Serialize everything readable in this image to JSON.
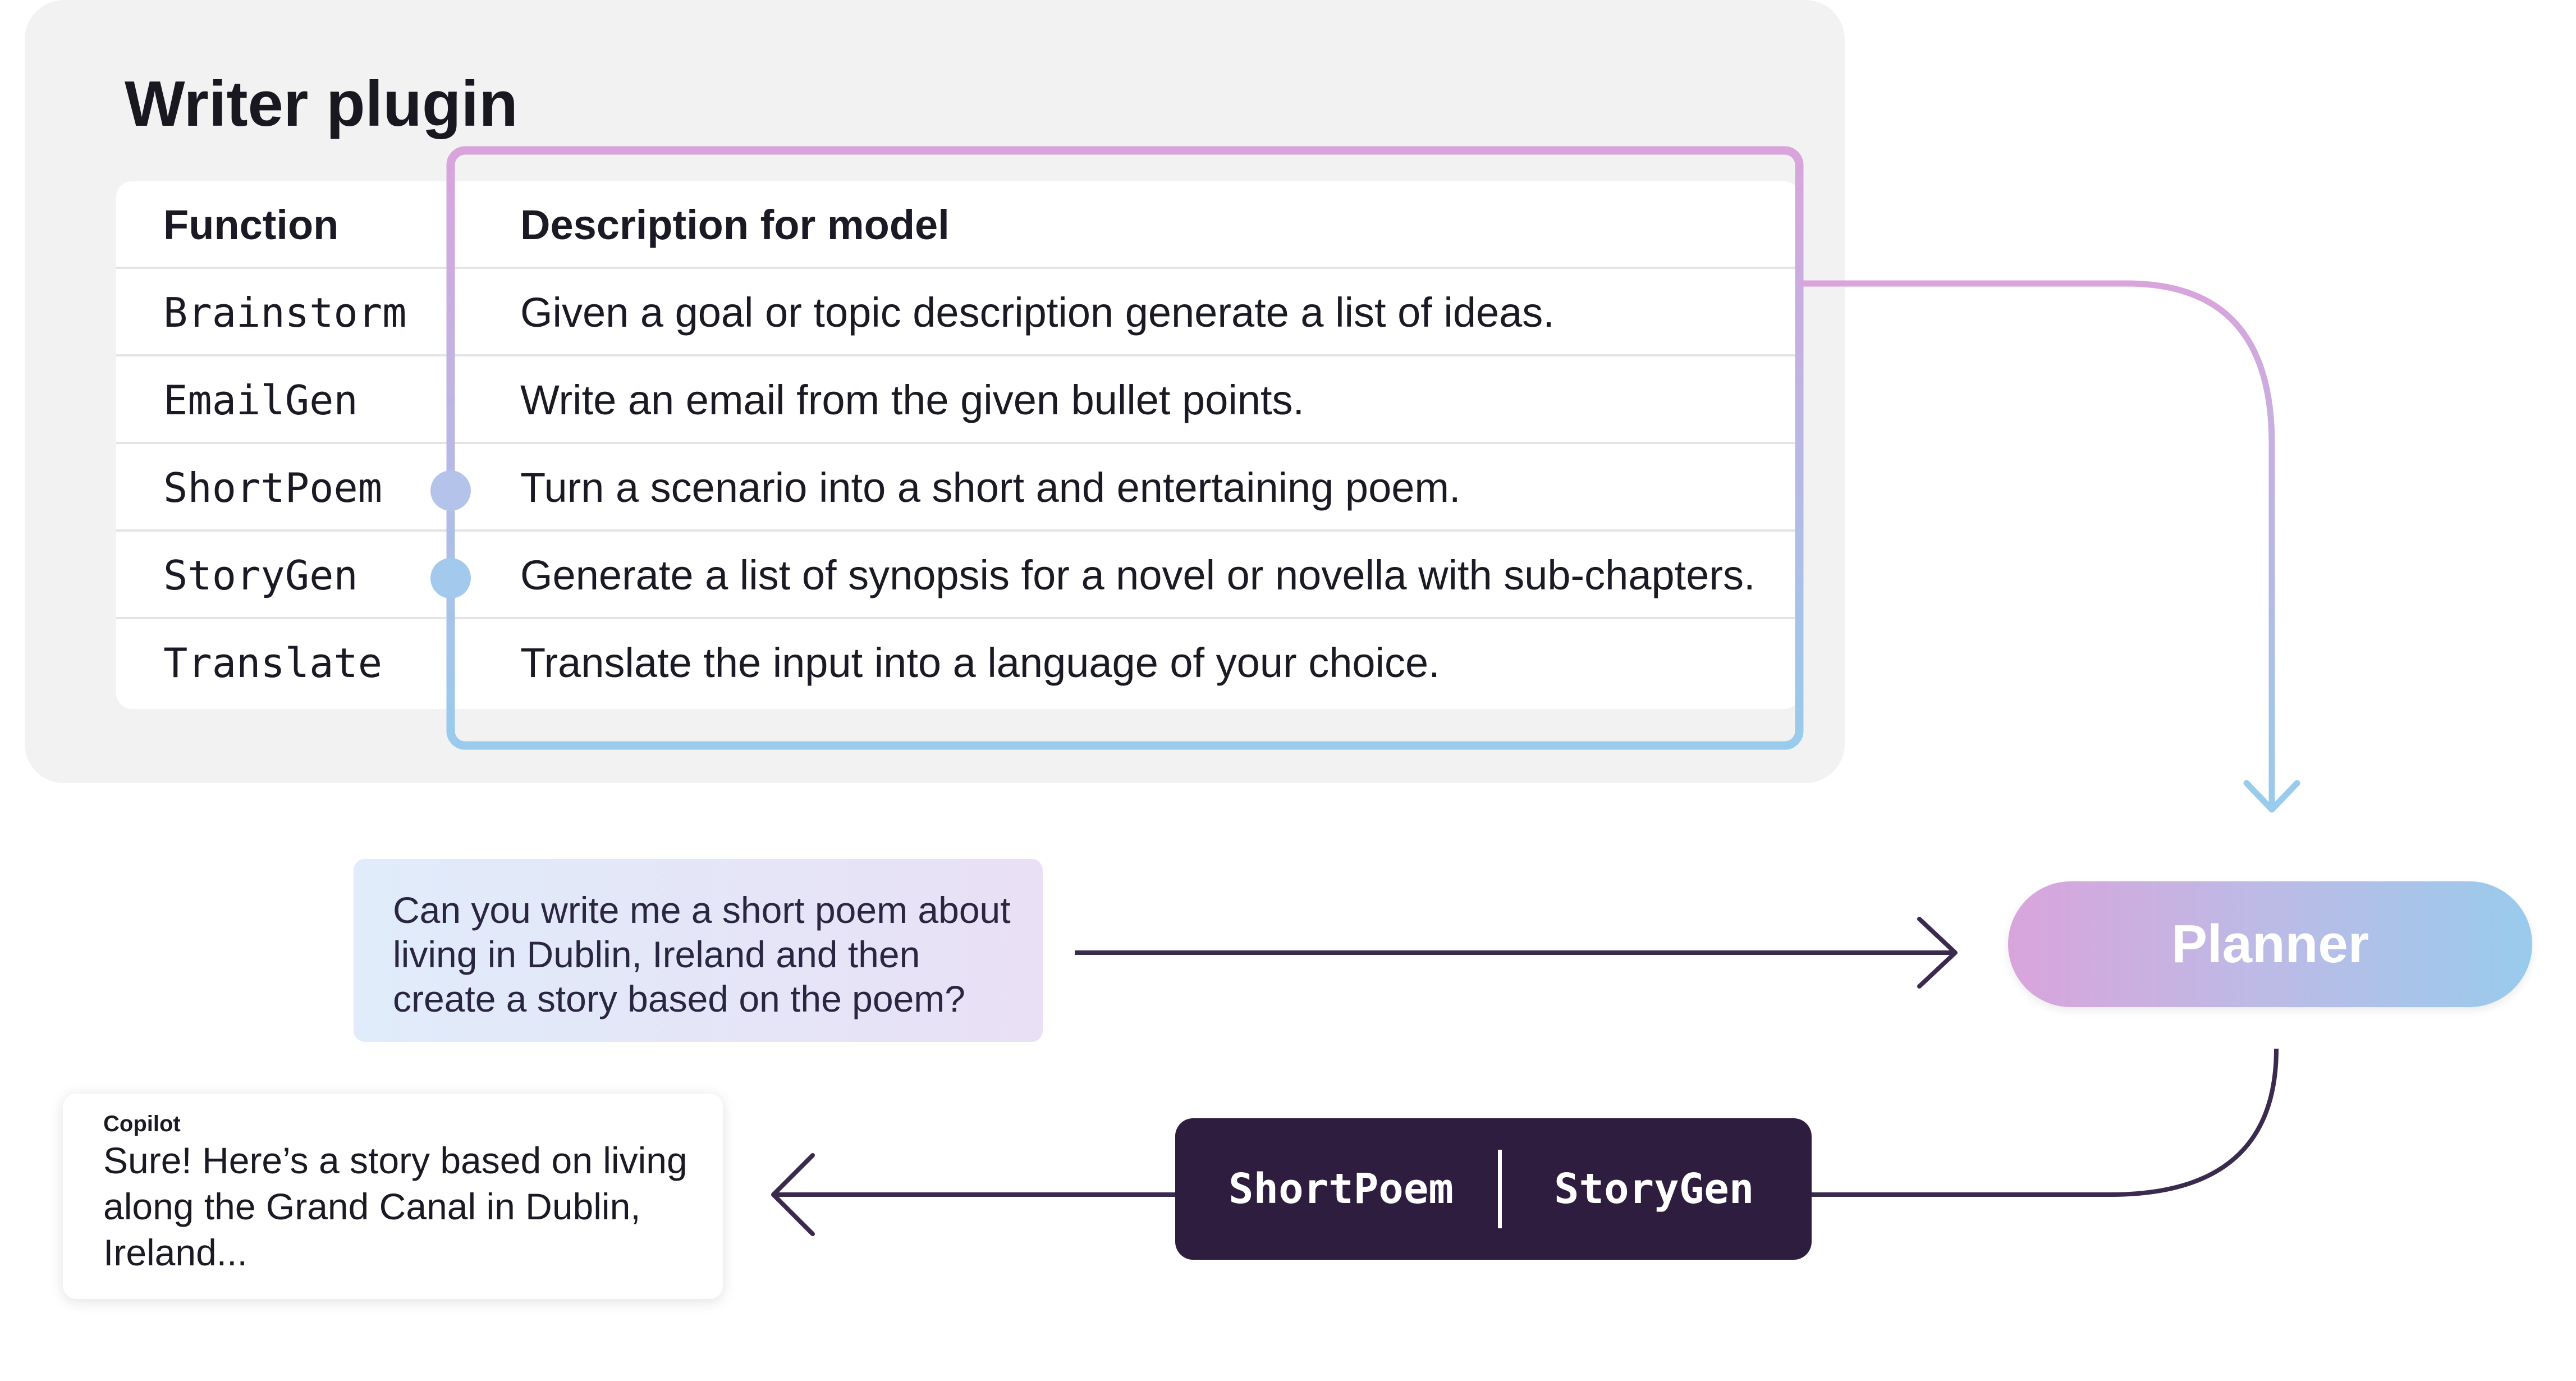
{
  "plugin": {
    "title": "Writer plugin",
    "table": {
      "headers": [
        "Function",
        "Description for model"
      ],
      "rows": [
        {
          "function": "Brainstorm",
          "description": "Given a goal or topic description generate a list of ideas."
        },
        {
          "function": "EmailGen",
          "description": "Write an email from the given bullet points."
        },
        {
          "function": "ShortPoem",
          "description": "Turn a scenario into a short and entertaining poem."
        },
        {
          "function": "StoryGen",
          "description": "Generate a list of synopsis for a novel or novella with sub-chapters."
        },
        {
          "function": "Translate",
          "description": "Translate the input into a language of your choice."
        }
      ]
    }
  },
  "user_prompt": {
    "lines": [
      "Can you write me a short poem about",
      "living in Dublin, Ireland and then",
      "create a story based on the poem?"
    ]
  },
  "planner": {
    "label": "Planner"
  },
  "plan": {
    "steps": [
      "ShortPoem",
      "StoryGen"
    ]
  },
  "copilot": {
    "label": "Copilot",
    "lines": [
      "Sure! Here’s a story based on living",
      "along the Grand Canal in Dublin,",
      "Ireland..."
    ]
  },
  "colors": {
    "pink": "#d9a4dc",
    "blue": "#99cbec",
    "dark": "#2e1d3f",
    "arrow": "#3a2a4e"
  }
}
